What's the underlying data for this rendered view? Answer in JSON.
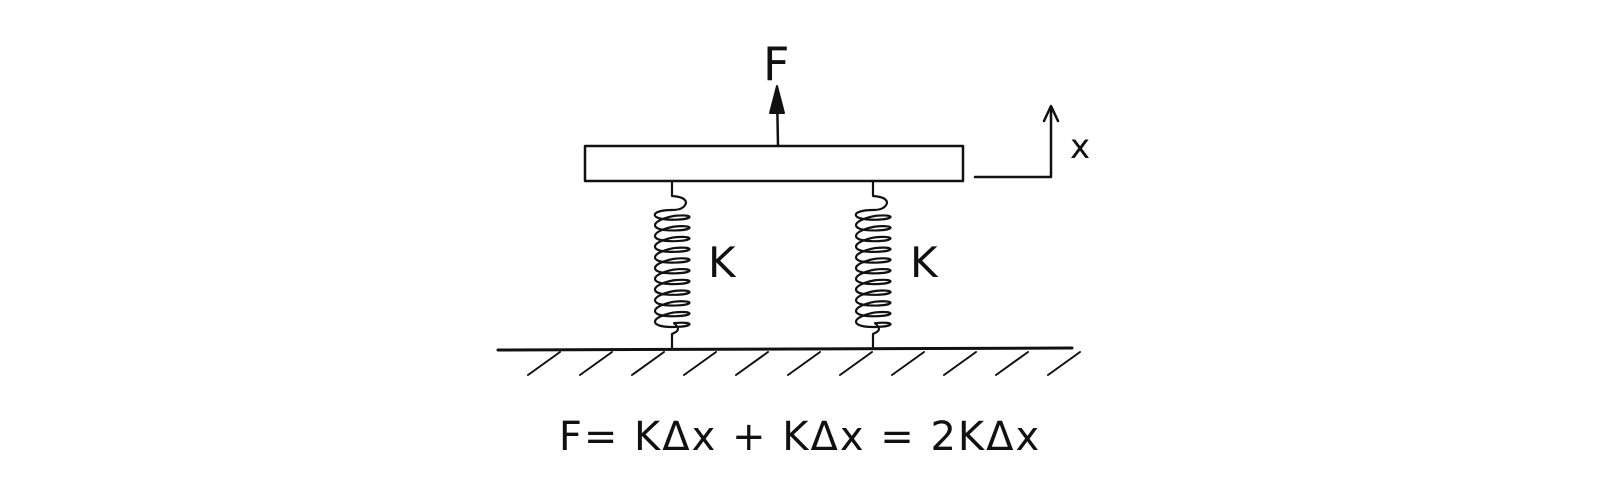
{
  "diagram": {
    "force_label": "F",
    "displacement_label": "x",
    "springs": [
      {
        "label": "K"
      },
      {
        "label": "K"
      }
    ],
    "equation": "F= KΔx + KΔx = 2KΔx"
  },
  "colors": {
    "ink": "#111111",
    "background": "#ffffff"
  }
}
